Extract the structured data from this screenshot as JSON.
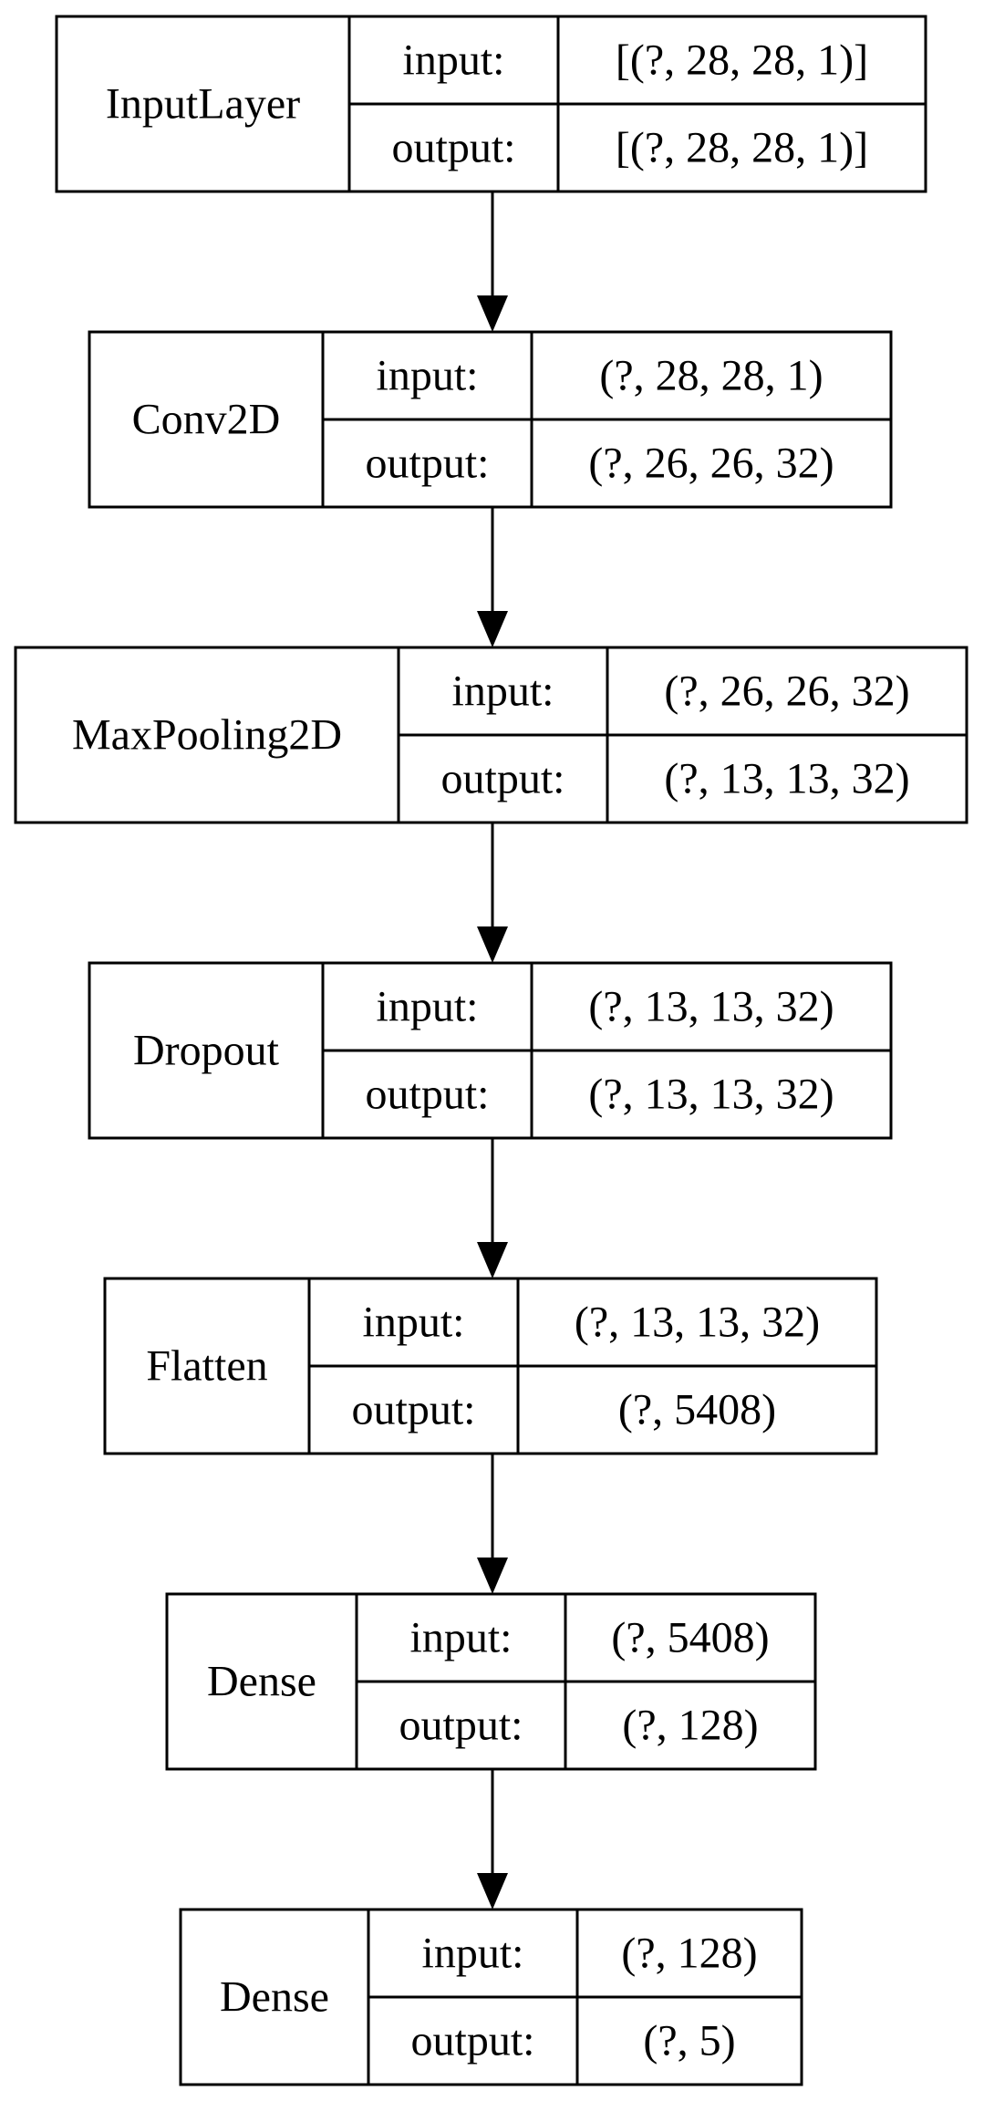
{
  "field_labels": {
    "input": "input:",
    "output": "output:"
  },
  "layers": [
    {
      "name": "InputLayer",
      "input": "[(?, 28, 28, 1)]",
      "output": "[(?, 28, 28, 1)]"
    },
    {
      "name": "Conv2D",
      "input": "(?, 28, 28, 1)",
      "output": "(?, 26, 26, 32)"
    },
    {
      "name": "MaxPooling2D",
      "input": "(?, 26, 26, 32)",
      "output": "(?, 13, 13, 32)"
    },
    {
      "name": "Dropout",
      "input": "(?, 13, 13, 32)",
      "output": "(?, 13, 13, 32)"
    },
    {
      "name": "Flatten",
      "input": "(?, 13, 13, 32)",
      "output": "(?, 5408)"
    },
    {
      "name": "Dense",
      "input": "(?, 5408)",
      "output": "(?, 128)"
    },
    {
      "name": "Dense",
      "input": "(?, 128)",
      "output": "(?, 5)"
    }
  ],
  "colors": {
    "stroke": "#000000",
    "background": "#ffffff",
    "text": "#000000"
  }
}
